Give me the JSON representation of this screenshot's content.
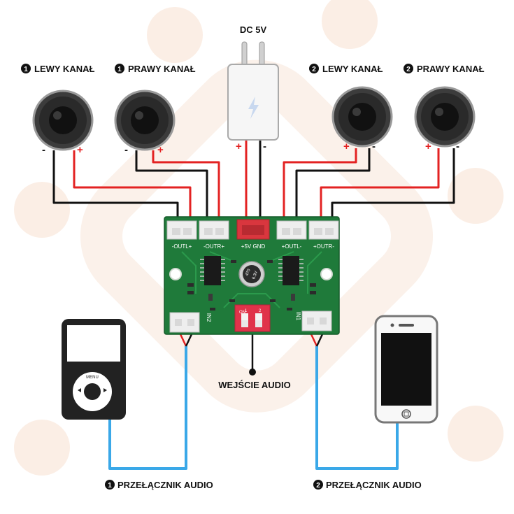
{
  "labels": {
    "dc": "DC 5V",
    "ch1_left": "LEWY KANAŁ",
    "ch1_right": "PRAWY KANAŁ",
    "ch2_left": "LEWY KANAŁ",
    "ch2_right": "PRAWY KANAŁ",
    "audio_input": "WEJŚCIE AUDIO",
    "switch1": "PRZEŁĄCZNIK AUDIO",
    "switch2": "PRZEŁĄCZNIK AUDIO"
  },
  "badges": {
    "one": "1",
    "two": "2"
  },
  "polarity": {
    "plus": "+",
    "minus": "-"
  },
  "board": {
    "outl_1": "-OUTL+",
    "outr_1": "-OUTR+",
    "power": "+5V GND",
    "outl_2": "+OUTL-",
    "outr_2": "+OUTR-",
    "in2": "IN2",
    "in1": "IN1",
    "dip_on": "ON",
    "dip_1": "1",
    "dip_2": "2",
    "cap_line1": "470",
    "cap_line2": "6.3V"
  },
  "player": {
    "menu": "MENU"
  },
  "colors": {
    "pcb": "#1f7a3a",
    "wire_red": "#e32222",
    "wire_black": "#111111",
    "wire_blue": "#3aa8e8",
    "connector": "#eeeeee",
    "dip": "#e0334a",
    "watermark": "#fbeee5"
  }
}
